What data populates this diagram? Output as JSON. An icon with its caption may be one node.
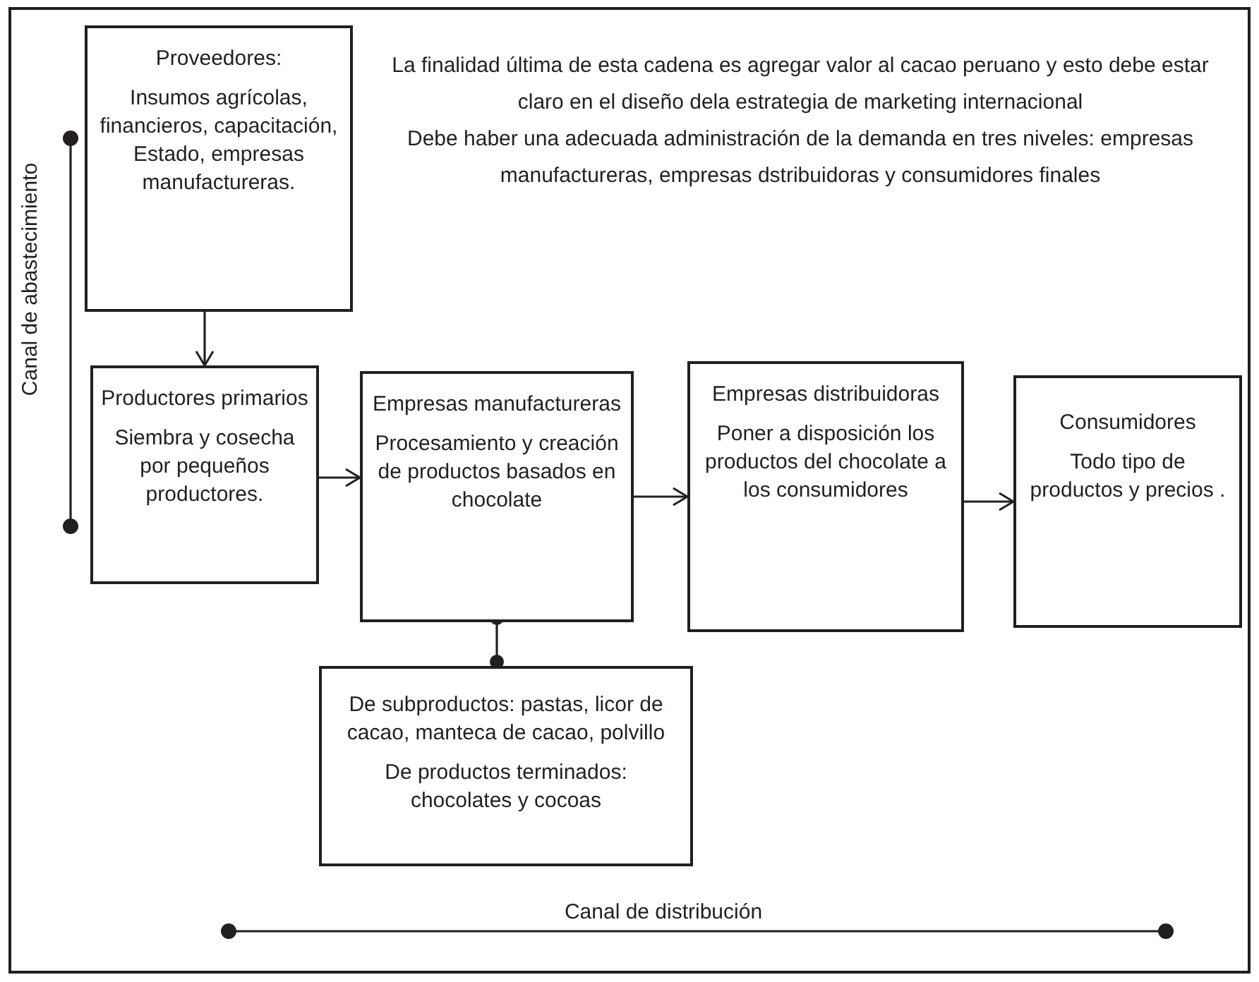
{
  "diagram": {
    "nodes": [
      {
        "text": [
          "Proveedores:",
          "Insumos agrícolas, financieros, capacitación, Estado, empresas manufactureras."
        ]
      },
      {
        "text": [
          "Productores primarios",
          "Siembra y cosecha por pequeños productores."
        ]
      },
      {
        "text": [
          "Empresas manufactureras",
          "Procesamiento y creación de productos basados en chocolate"
        ]
      },
      {
        "text": [
          "Empresas distribuidoras",
          "Poner a disposición los productos del chocolate a los consumidores"
        ]
      },
      {
        "text": [
          "Consumidores",
          "Todo tipo de productos y precios ."
        ]
      },
      {
        "text": [
          "De subproductos: pastas, licor de cacao, manteca de cacao, polvillo",
          "De productos terminados: chocolates y cocoas"
        ]
      }
    ],
    "edges": [
      {
        "from": 0,
        "to": 1,
        "arrow": "to"
      },
      {
        "from": 1,
        "to": 2,
        "arrow": "to"
      },
      {
        "from": 2,
        "to": 3,
        "arrow": "to"
      },
      {
        "from": 3,
        "to": 4,
        "arrow": "to"
      },
      {
        "from": 2,
        "to": 5,
        "arrow": "other"
      }
    ],
    "labels": [
      "La finalidad última de esta cadena es agregar valor al cacao peruano y esto debe estar claro en el diseño dela estrategia de marketing internacional",
      "Debe haber una adecuada administración de la demanda en tres niveles: empresas manufactureras, empresas dstribuidoras y consumidores finales",
      "Canal de abastecimiento",
      "Canal de distribución"
    ]
  }
}
